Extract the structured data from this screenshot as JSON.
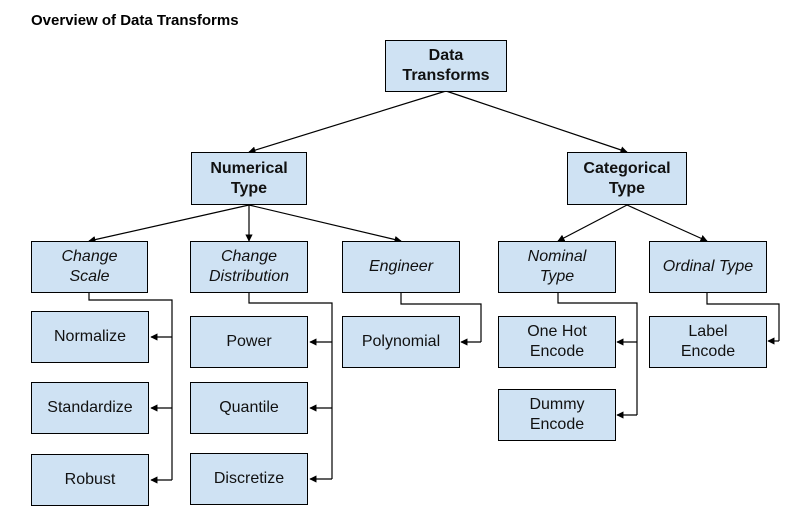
{
  "title": "Overview of Data Transforms",
  "nodes": {
    "root": "Data\nTransforms",
    "numerical": "Numerical\nType",
    "categorical": "Categorical\nType",
    "change_scale": "Change\nScale",
    "change_distribution": "Change\nDistribution",
    "engineer": "Engineer",
    "nominal": "Nominal\nType",
    "ordinal": "Ordinal Type",
    "normalize": "Normalize",
    "standardize": "Standardize",
    "robust": "Robust",
    "power": "Power",
    "quantile": "Quantile",
    "discretize": "Discretize",
    "polynomial": "Polynomial",
    "one_hot": "One Hot\nEncode",
    "dummy": "Dummy\nEncode",
    "label": "Label\nEncode"
  },
  "colors": {
    "box_fill": "#cfe2f3",
    "box_border": "#000000",
    "edge": "#000000"
  }
}
